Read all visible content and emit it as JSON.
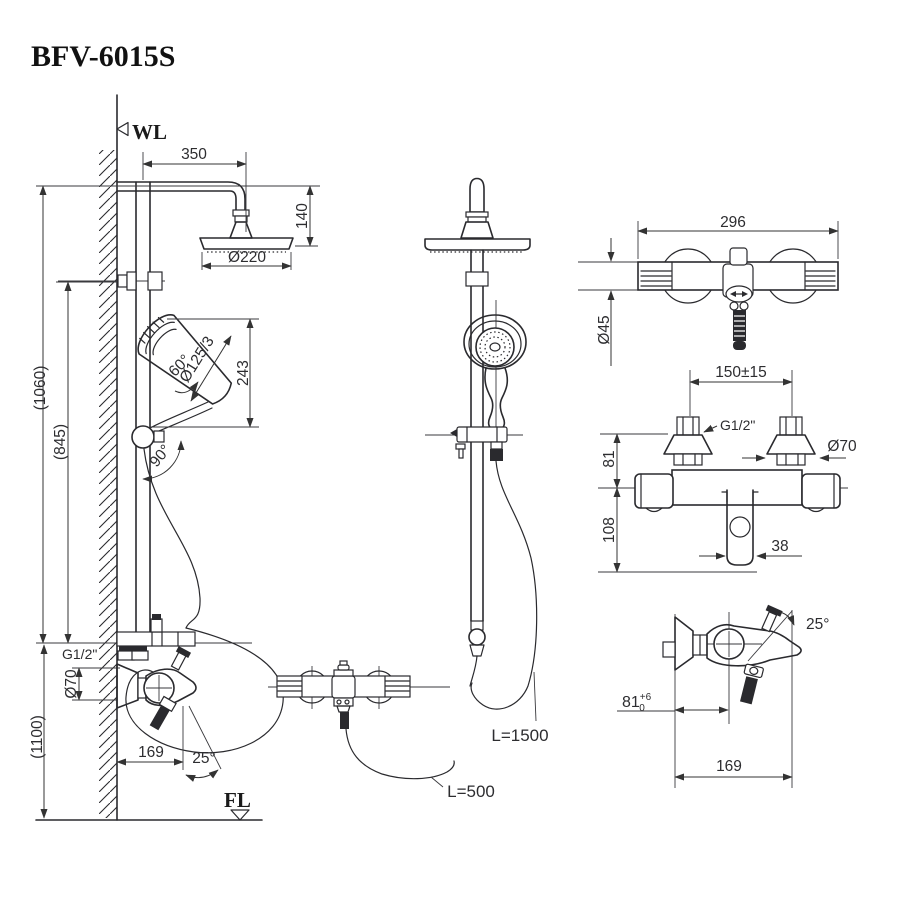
{
  "title": "BFV-6015S",
  "colors": {
    "ink": "#2a2a2e",
    "paper": "#ffffff"
  },
  "left_view": {
    "water_line": "WL",
    "floor_line": "FL",
    "arm_width": "350",
    "head_drop": "140",
    "head_diameter": "Ø220",
    "hand_shower_diameter": "Ø125/3",
    "hand_shower_angle": "60°",
    "slide_height": "243",
    "swivel_angle": "90°",
    "height_overall": "(1060)",
    "height_bar": "(845)",
    "height_valve": "(1100)",
    "inlet_thread": "G1/2\"",
    "escutcheon_diameter": "Ø70",
    "spout_reach": "169",
    "spout_angle": "25°"
  },
  "front_view": {
    "hand_hose_length": "L=1500",
    "connect_hose_length": "L=500"
  },
  "top_view": {
    "body_width": "296",
    "body_diameter": "Ø45"
  },
  "valve_front_view": {
    "inlet_centers": "150±15",
    "inlet_thread": "G1/2\"",
    "escutcheon_diameter": "Ø70",
    "center_to_inlet": "81",
    "center_to_spout": "108",
    "spout_width": "38"
  },
  "valve_side_view": {
    "handle_angle": "25°",
    "wall_offset": "81",
    "wall_offset_tol_upper": "+6",
    "wall_offset_tol_lower": "0",
    "spout_reach": "169"
  }
}
